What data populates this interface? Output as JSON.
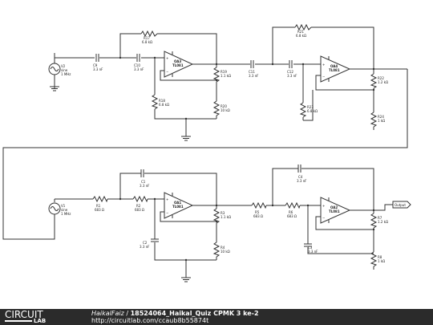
{
  "schematic": {
    "stage1": {
      "source": {
        "name": "V2",
        "type": "sine",
        "freq": "1 MHz"
      },
      "c9": {
        "name": "C9",
        "value": "3.3 nF"
      },
      "c10": {
        "name": "C10",
        "value": "3.3 nF"
      },
      "r17": {
        "name": "R17",
        "value": "6.8 kΩ"
      },
      "r18": {
        "name": "R18",
        "value": "6.8 kΩ"
      },
      "r19": {
        "name": "R19",
        "value": "1.1 kΩ"
      },
      "r20": {
        "name": "R20",
        "value": "10 kΩ"
      },
      "opamp": {
        "name": "OA3",
        "model": "TL081"
      }
    },
    "stage2": {
      "c11": {
        "name": "C11",
        "value": "3.3 nF"
      },
      "c12": {
        "name": "C12",
        "value": "3.3 nF"
      },
      "r21": {
        "name": "R21",
        "value": "6.8 kΩ"
      },
      "r22": {
        "name": "R22",
        "value": "1.2 kΩ"
      },
      "r23": {
        "name": "R23",
        "value": "6.8 kΩ"
      },
      "r24": {
        "name": "R24",
        "value": "1 kΩ"
      },
      "opamp": {
        "name": "OA4",
        "model": "TL081"
      }
    },
    "stage3": {
      "source": {
        "name": "V1",
        "type": "sine",
        "freq": "1 MHz"
      },
      "r1": {
        "name": "R1",
        "value": "683 Ω"
      },
      "r2": {
        "name": "R2",
        "value": "683 Ω"
      },
      "c1": {
        "name": "C1",
        "value": "3.3 nF"
      },
      "c2": {
        "name": "C2",
        "value": "3.3 nF"
      },
      "r3": {
        "name": "R3",
        "value": "1.1 kΩ"
      },
      "r4": {
        "name": "R4",
        "value": "10 kΩ"
      },
      "opamp": {
        "name": "OA1",
        "model": "TL081"
      }
    },
    "stage4": {
      "r5": {
        "name": "R5",
        "value": "683 Ω"
      },
      "r6": {
        "name": "R6",
        "value": "683 Ω"
      },
      "c4": {
        "name": "C4",
        "value": "3.3 nF"
      },
      "c3": {
        "name": "C3",
        "value": "3.3 nF"
      },
      "r7": {
        "name": "R7",
        "value": "1.2 kΩ"
      },
      "r8": {
        "name": "R8",
        "value": "1 kΩ"
      },
      "opamp": {
        "name": "OA2",
        "model": "TL081"
      },
      "output": "Output"
    },
    "opamp_pins": {
      "plus": "+",
      "minus": "−"
    }
  },
  "footer": {
    "logo_top": "CIRCUIT",
    "logo_bottom": "LAB",
    "author": "HaikalFaiz",
    "separator": " / ",
    "title": "18524064_Haikal_Quiz CPMK 3 ke-2",
    "url": "http://circuitlab.com/ccaub8b55874t"
  },
  "colors": {
    "footer_bg": "#2b2b2b",
    "wire": "#333333"
  }
}
